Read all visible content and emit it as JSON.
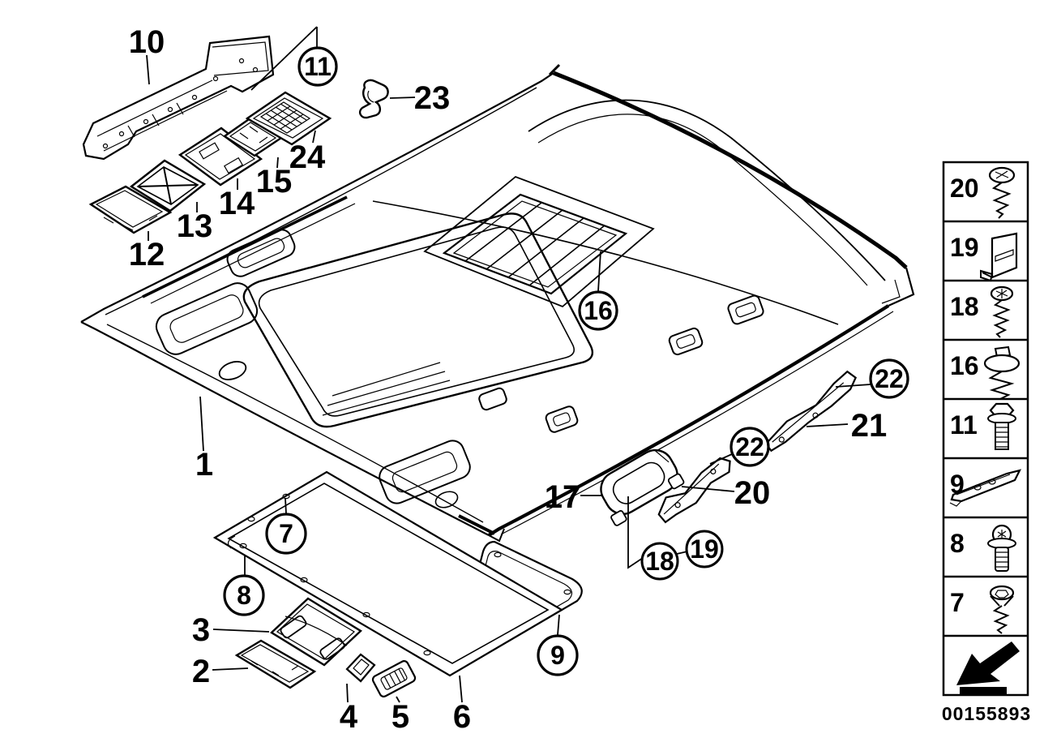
{
  "diagram": {
    "code": "00155893",
    "colors": {
      "line": "#000000",
      "background": "#ffffff"
    },
    "callouts": {
      "n1": "1",
      "n2": "2",
      "n3": "3",
      "n4": "4",
      "n5": "5",
      "n6": "6",
      "n7": "7",
      "n8": "8",
      "n9": "9",
      "n10": "10",
      "n11": "11",
      "n12": "12",
      "n13": "13",
      "n14": "14",
      "n15": "15",
      "n16": "16",
      "n17": "17",
      "n18": "18",
      "n19": "19",
      "n20": "20",
      "n21": "21",
      "n22a": "22",
      "n22b": "22",
      "n23": "23",
      "n24": "24"
    }
  },
  "legend": {
    "items": [
      {
        "label": "20",
        "icon": "pan-head-screw-icon"
      },
      {
        "label": "19",
        "icon": "retainer-clip-icon"
      },
      {
        "label": "18",
        "icon": "tapping-screw-icon"
      },
      {
        "label": "16",
        "icon": "washer-screw-icon"
      },
      {
        "label": "11",
        "icon": "hex-flange-bolt-icon"
      },
      {
        "label": "9",
        "icon": "mounting-bracket-icon"
      },
      {
        "label": "8",
        "icon": "flange-torx-screw-icon"
      },
      {
        "label": "7",
        "icon": "countersunk-screw-icon"
      }
    ],
    "nav_icon": "back-arrow-icon"
  }
}
